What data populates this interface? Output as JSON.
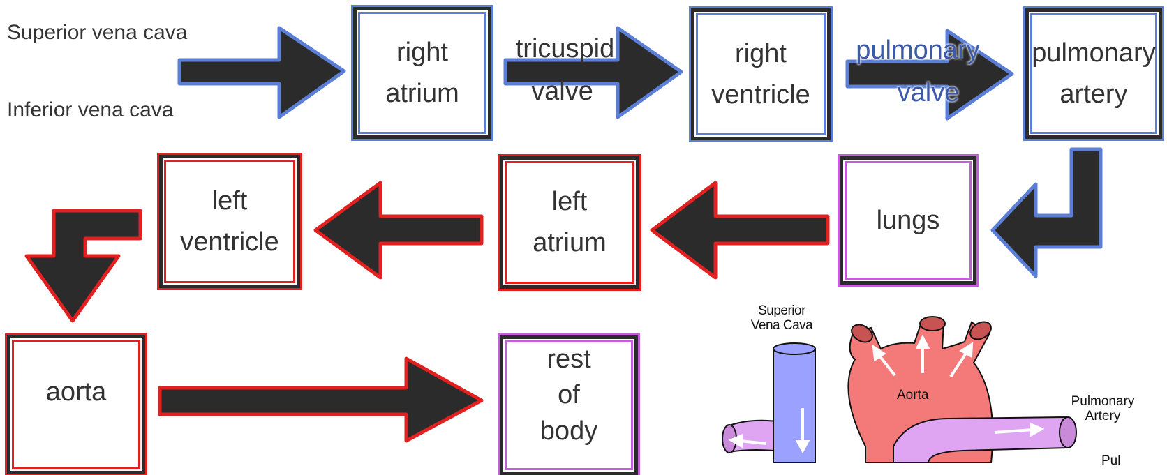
{
  "inputs": {
    "superior": "Superior vena cava",
    "inferior": "Inferior vena cava"
  },
  "valves": {
    "tricuspid": [
      "tricuspid",
      "valve"
    ],
    "pulmonary": [
      "pulmonary",
      "valve"
    ]
  },
  "nodes": {
    "right_atrium": [
      "right",
      "atrium"
    ],
    "right_ventricle": [
      "right",
      "ventricle"
    ],
    "pulmonary_artery": [
      "pulmonary",
      "artery"
    ],
    "lungs": [
      "lungs"
    ],
    "left_atrium": [
      "left",
      "atrium"
    ],
    "left_ventricle": [
      "left",
      "ventricle"
    ],
    "aorta": [
      "aorta"
    ],
    "rest_of_body": [
      "rest",
      "of",
      "body"
    ]
  },
  "heart_inset": {
    "superior_vena_cava": [
      "Superior",
      "Vena Cava"
    ],
    "aorta": "Aorta",
    "pulmonary_artery": [
      "Pulmonary",
      "Artery"
    ],
    "cut_label": "Pul"
  },
  "colors": {
    "arrow_fill": "#2b2b2b",
    "blue_outline": "#5b7fd6",
    "red_outline": "#e32020",
    "purple_outline": "#c15ed8",
    "valve_text_blue": "#3c5aa8",
    "vena_cava": "#9aa1ff",
    "aorta": "#f47a7a",
    "pulmonary_artery": "#e0a5f2"
  }
}
